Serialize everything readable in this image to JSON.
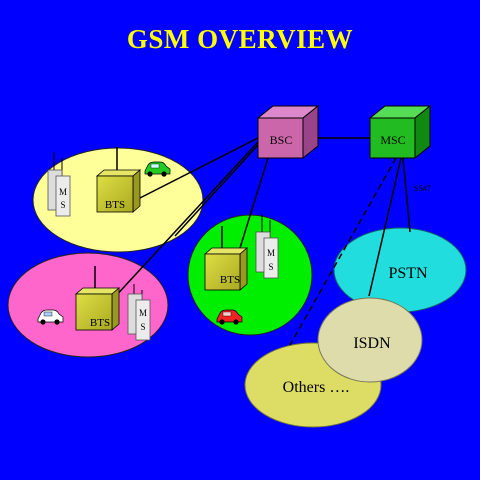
{
  "title": "GSM OVERVIEW",
  "colors": {
    "background": "#0000ff",
    "title": "#ffff00",
    "cell_yellow": "#ffff99",
    "cell_pink": "#ff66cc",
    "cell_green": "#00ee00",
    "bts": "#cccc33",
    "bsc": "#cc66aa",
    "msc": "#22bb22",
    "pstn": "#22dddd",
    "isdn": "#dddcaa",
    "others": "#dddd66"
  },
  "nodes": {
    "bsc": "BSC",
    "msc": "MSC",
    "bts": "BTS",
    "ms_letters": [
      "M",
      "S"
    ],
    "ss7": "SS#7",
    "pstn": "PSTN",
    "isdn": "ISDN",
    "others": "Others …."
  },
  "icons": [
    "car-icon",
    "antenna-icon"
  ]
}
